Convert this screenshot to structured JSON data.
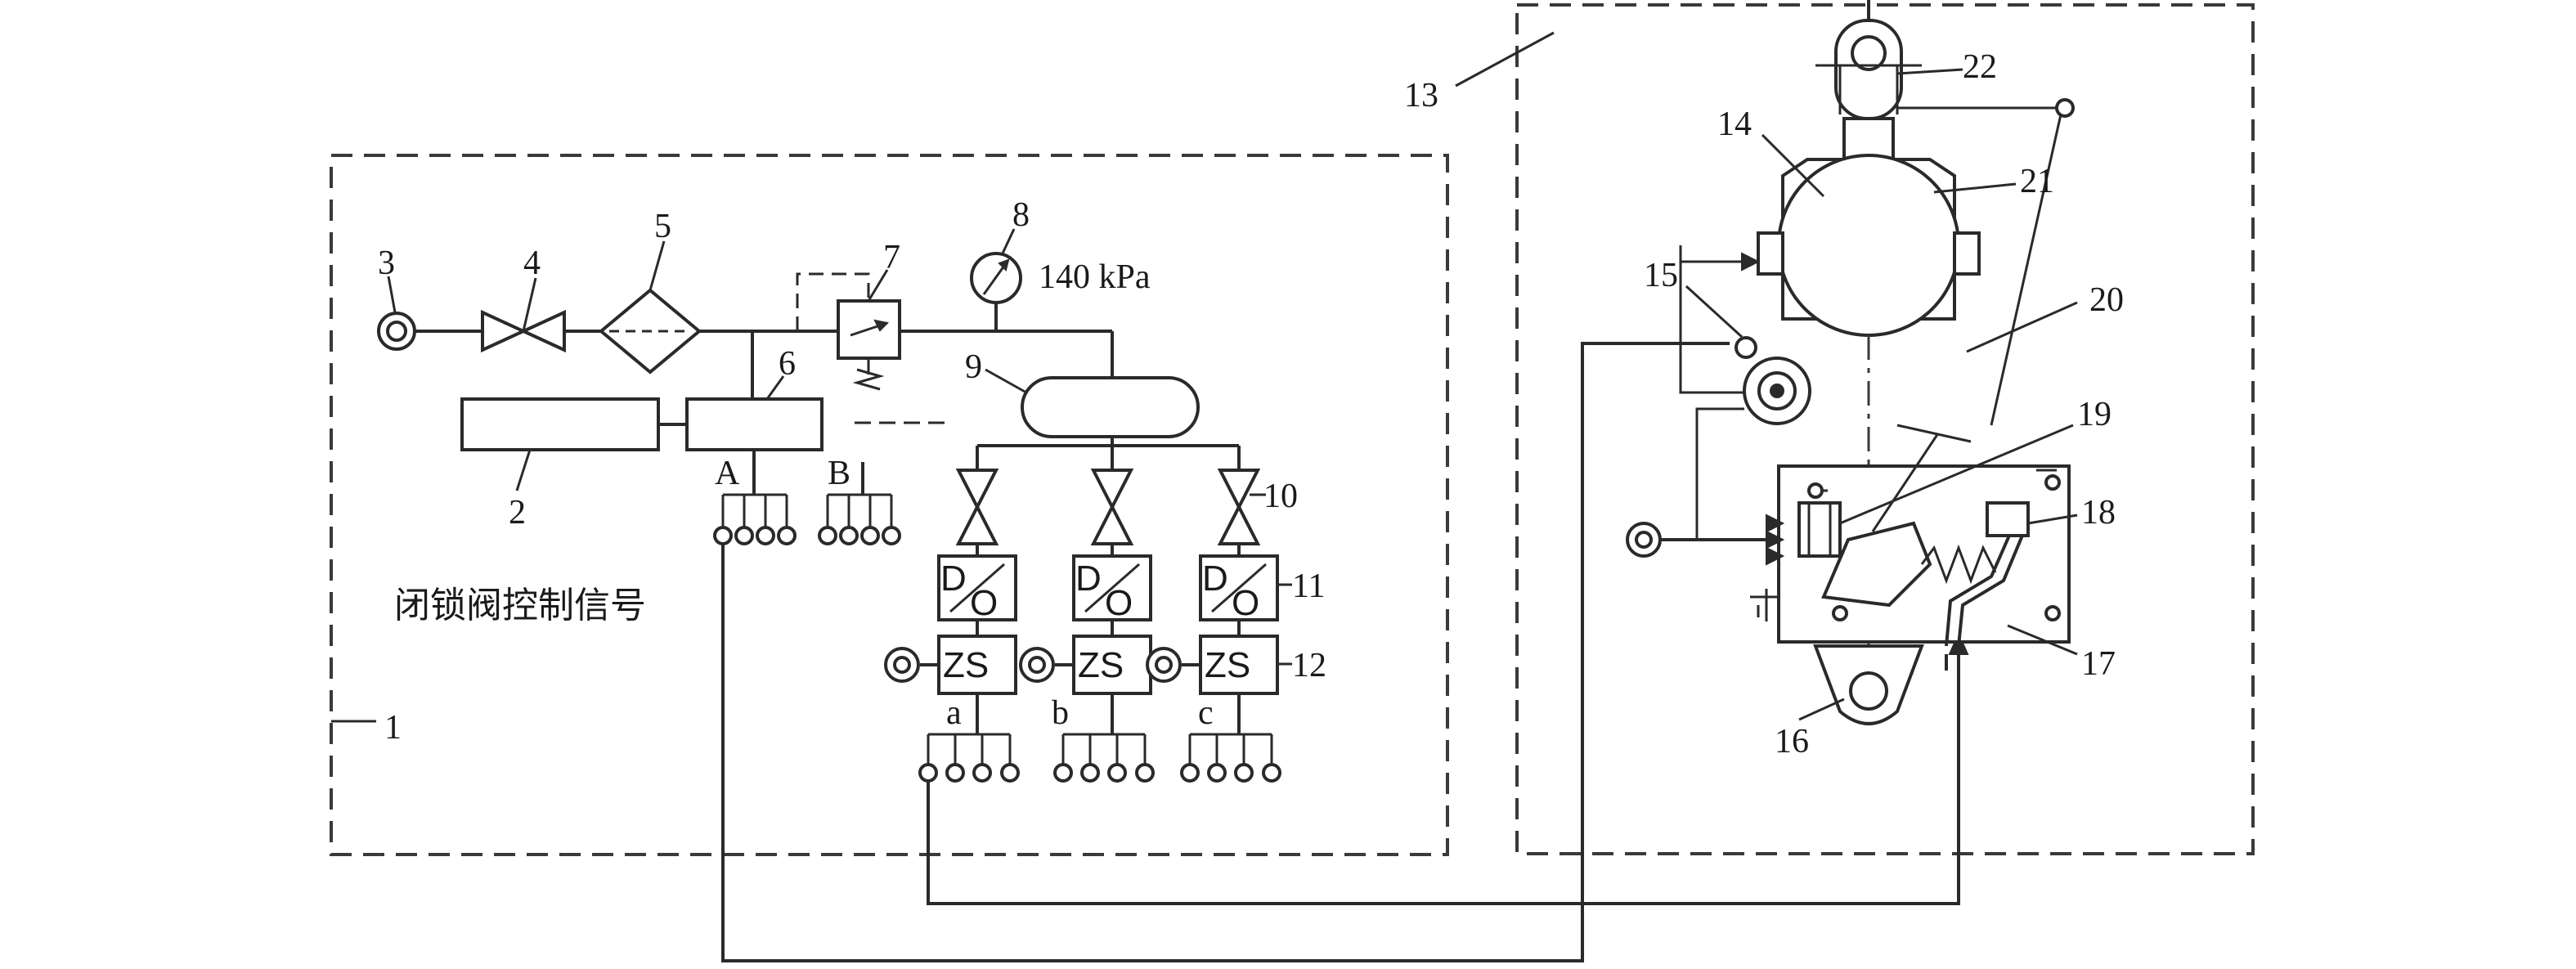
{
  "labels": {
    "n1": "1",
    "n2": "2",
    "n3": "3",
    "n4": "4",
    "n5": "5",
    "n6": "6",
    "n7": "7",
    "n8": "8",
    "n9": "9",
    "n10": "10",
    "n11": "11",
    "n12": "12",
    "n13": "13",
    "n14": "14",
    "n15": "15",
    "n16": "16",
    "n17": "17",
    "n18": "18",
    "n19": "19",
    "n20": "20",
    "n21": "21",
    "n22": "22"
  },
  "pressure": "140 kPa",
  "control_signal_text": "闭锁阀控制信号",
  "port_labels": {
    "A": "A",
    "B": "B",
    "a": "a",
    "b": "b",
    "c": "c"
  },
  "valve_box": {
    "D": "D",
    "O": "O"
  },
  "zs_box": "ZS"
}
